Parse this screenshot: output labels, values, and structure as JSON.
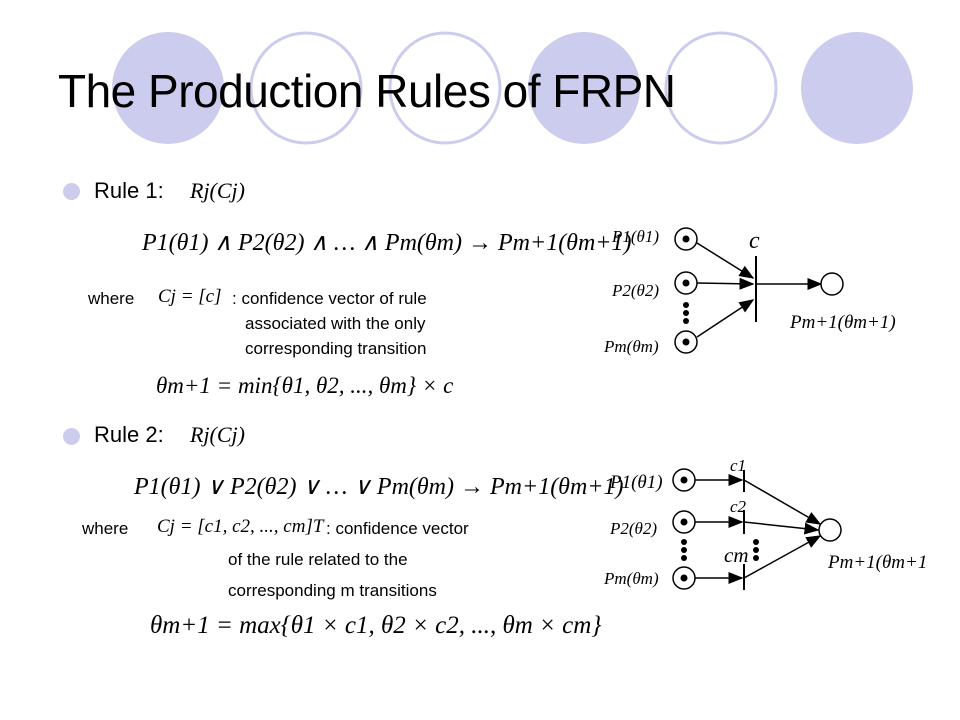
{
  "title": "The Production Rules of FRPN",
  "rule1": {
    "label": "Rule 1:",
    "header_math": "Rj(Cj)",
    "production": "P1(θ1) ∧ P2(θ2) ∧ … ∧ Pm(θm) → Pm+1(θm+1)",
    "where_label": "where",
    "where_math": "Cj = [c]",
    "desc_line1": ": confidence vector of rule",
    "desc_line2": "associated with the only",
    "desc_line3": "corresponding transition",
    "formula": "θm+1 = min{θ1, θ2, ..., θm} × c"
  },
  "rule2": {
    "label": "Rule 2:",
    "header_math": "Rj(Cj)",
    "production": "P1(θ1) ∨ P2(θ2) ∨ … ∨ Pm(θm) → Pm+1(θm+1)",
    "where_label": "where",
    "where_math": "Cj = [c1, c2, ..., cm]T",
    "desc_line1": ": confidence vector",
    "desc_line2": "of the rule  related to the",
    "desc_line3": "corresponding m transitions",
    "formula": "θm+1 = max{θ1 × c1, θ2 × c2, ..., θm × cm}"
  },
  "diagram1": {
    "places": [
      "P1(θ1)",
      "P2(θ2)",
      "Pm(θm)"
    ],
    "transition": "c",
    "output": "Pm+1(θm+1)"
  },
  "diagram2": {
    "places": [
      "P1(θ1)",
      "P2(θ2)",
      "Pm(θm)"
    ],
    "transitions": [
      "c1",
      "c2",
      "cm"
    ],
    "output": "Pm+1(θm+1)"
  },
  "colors": {
    "circle_fill": "#ccccee",
    "circle_stroke": "#ccccee",
    "bullet": "#ccccee"
  }
}
